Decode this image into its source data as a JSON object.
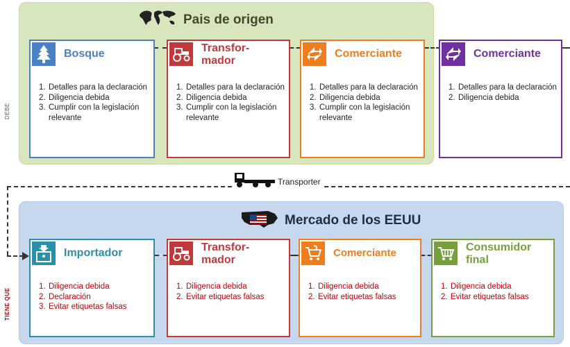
{
  "origin": {
    "title": "Pais de origen",
    "side_label": "DEBE",
    "boxes": [
      {
        "title": "Bosque",
        "color": "#4a81c2",
        "icon": "tree-icon",
        "items": [
          {
            "num": "1.",
            "text": "Detalles para la declaración"
          },
          {
            "num": "2.",
            "text": "Diligencia debida"
          },
          {
            "num": "3.",
            "text": "Cumplir con la legislación relevante"
          }
        ]
      },
      {
        "title": "Transfor-mador",
        "color": "#c0393b",
        "icon": "tractor-icon",
        "items": [
          {
            "num": "1.",
            "text": "Detalles para la declaración"
          },
          {
            "num": "2.",
            "text": "Diligencia debida"
          },
          {
            "num": "3.",
            "text": "Cumplir con la legislación relevante"
          }
        ]
      },
      {
        "title": "Comerciante",
        "color": "#f07d1d",
        "icon": "exchange-arrows-icon",
        "items": [
          {
            "num": "1.",
            "text": "Detalles para la declaración"
          },
          {
            "num": "2.",
            "text": "Diligencia debida"
          },
          {
            "num": "3.",
            "text": "Cumplir con la legislación relevante"
          }
        ]
      },
      {
        "title": "Comerciante",
        "color": "#7030a0",
        "icon": "exchange-arrows-icon",
        "items": [
          {
            "num": "1.",
            "text": "Detalles para la declaración"
          },
          {
            "num": "2.",
            "text": "Diligencia debida"
          }
        ]
      }
    ]
  },
  "transporter": {
    "label": "Transporter",
    "icon": "truck-icon"
  },
  "market": {
    "title": "Mercado de los EEUU",
    "side_label": "TIENE QUE",
    "boxes": [
      {
        "title": "Importador",
        "color": "#2a8fa8",
        "icon": "importer-icon",
        "items": [
          {
            "num": "1.",
            "text": "Diligencia debida"
          },
          {
            "num": "2.",
            "text": "Declaración"
          },
          {
            "num": "3.",
            "text": "Evitar etiquetas falsas"
          }
        ]
      },
      {
        "title": "Transfor-mador",
        "color": "#c0393b",
        "icon": "tractor-icon",
        "items": [
          {
            "num": "1.",
            "text": "Diligencia debida"
          },
          {
            "num": "2.",
            "text": "Evitar etiquetas falsas"
          }
        ]
      },
      {
        "title": "Comerciante",
        "color": "#f07d1d",
        "icon": "cart-icon",
        "items": [
          {
            "num": "1.",
            "text": "Diligencia debida"
          },
          {
            "num": "2.",
            "text": "Evitar etiquetas falsas"
          }
        ]
      },
      {
        "title": "Consumidor final",
        "color": "#77a03d",
        "icon": "cart-icon",
        "items": [
          {
            "num": "1.",
            "text": "Diligencia debida"
          },
          {
            "num": "2.",
            "text": "Evitar etiquetas falsas"
          }
        ]
      }
    ]
  }
}
